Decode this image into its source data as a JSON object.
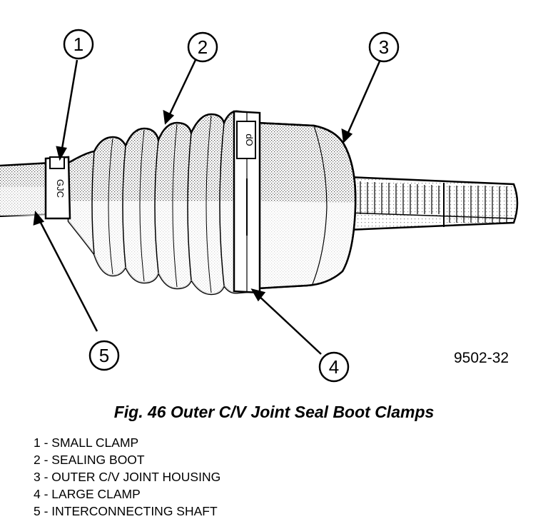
{
  "figure_number": "9502-32",
  "caption": "Fig. 46 Outer C/V Joint Seal Boot Clamps",
  "callouts": [
    "1",
    "2",
    "3",
    "4",
    "5"
  ],
  "legend": [
    {
      "number": "1",
      "label": "SMALL CLAMP"
    },
    {
      "number": "2",
      "label": "SEALING BOOT"
    },
    {
      "number": "3",
      "label": "OUTER C/V JOINT HOUSING"
    },
    {
      "number": "4",
      "label": "LARGE CLAMP"
    },
    {
      "number": "5",
      "label": "INTERCONNECTING SHAFT"
    }
  ],
  "legend_separator": " - ",
  "clamp_markings": {
    "small": "GJC",
    "large": "dO"
  }
}
